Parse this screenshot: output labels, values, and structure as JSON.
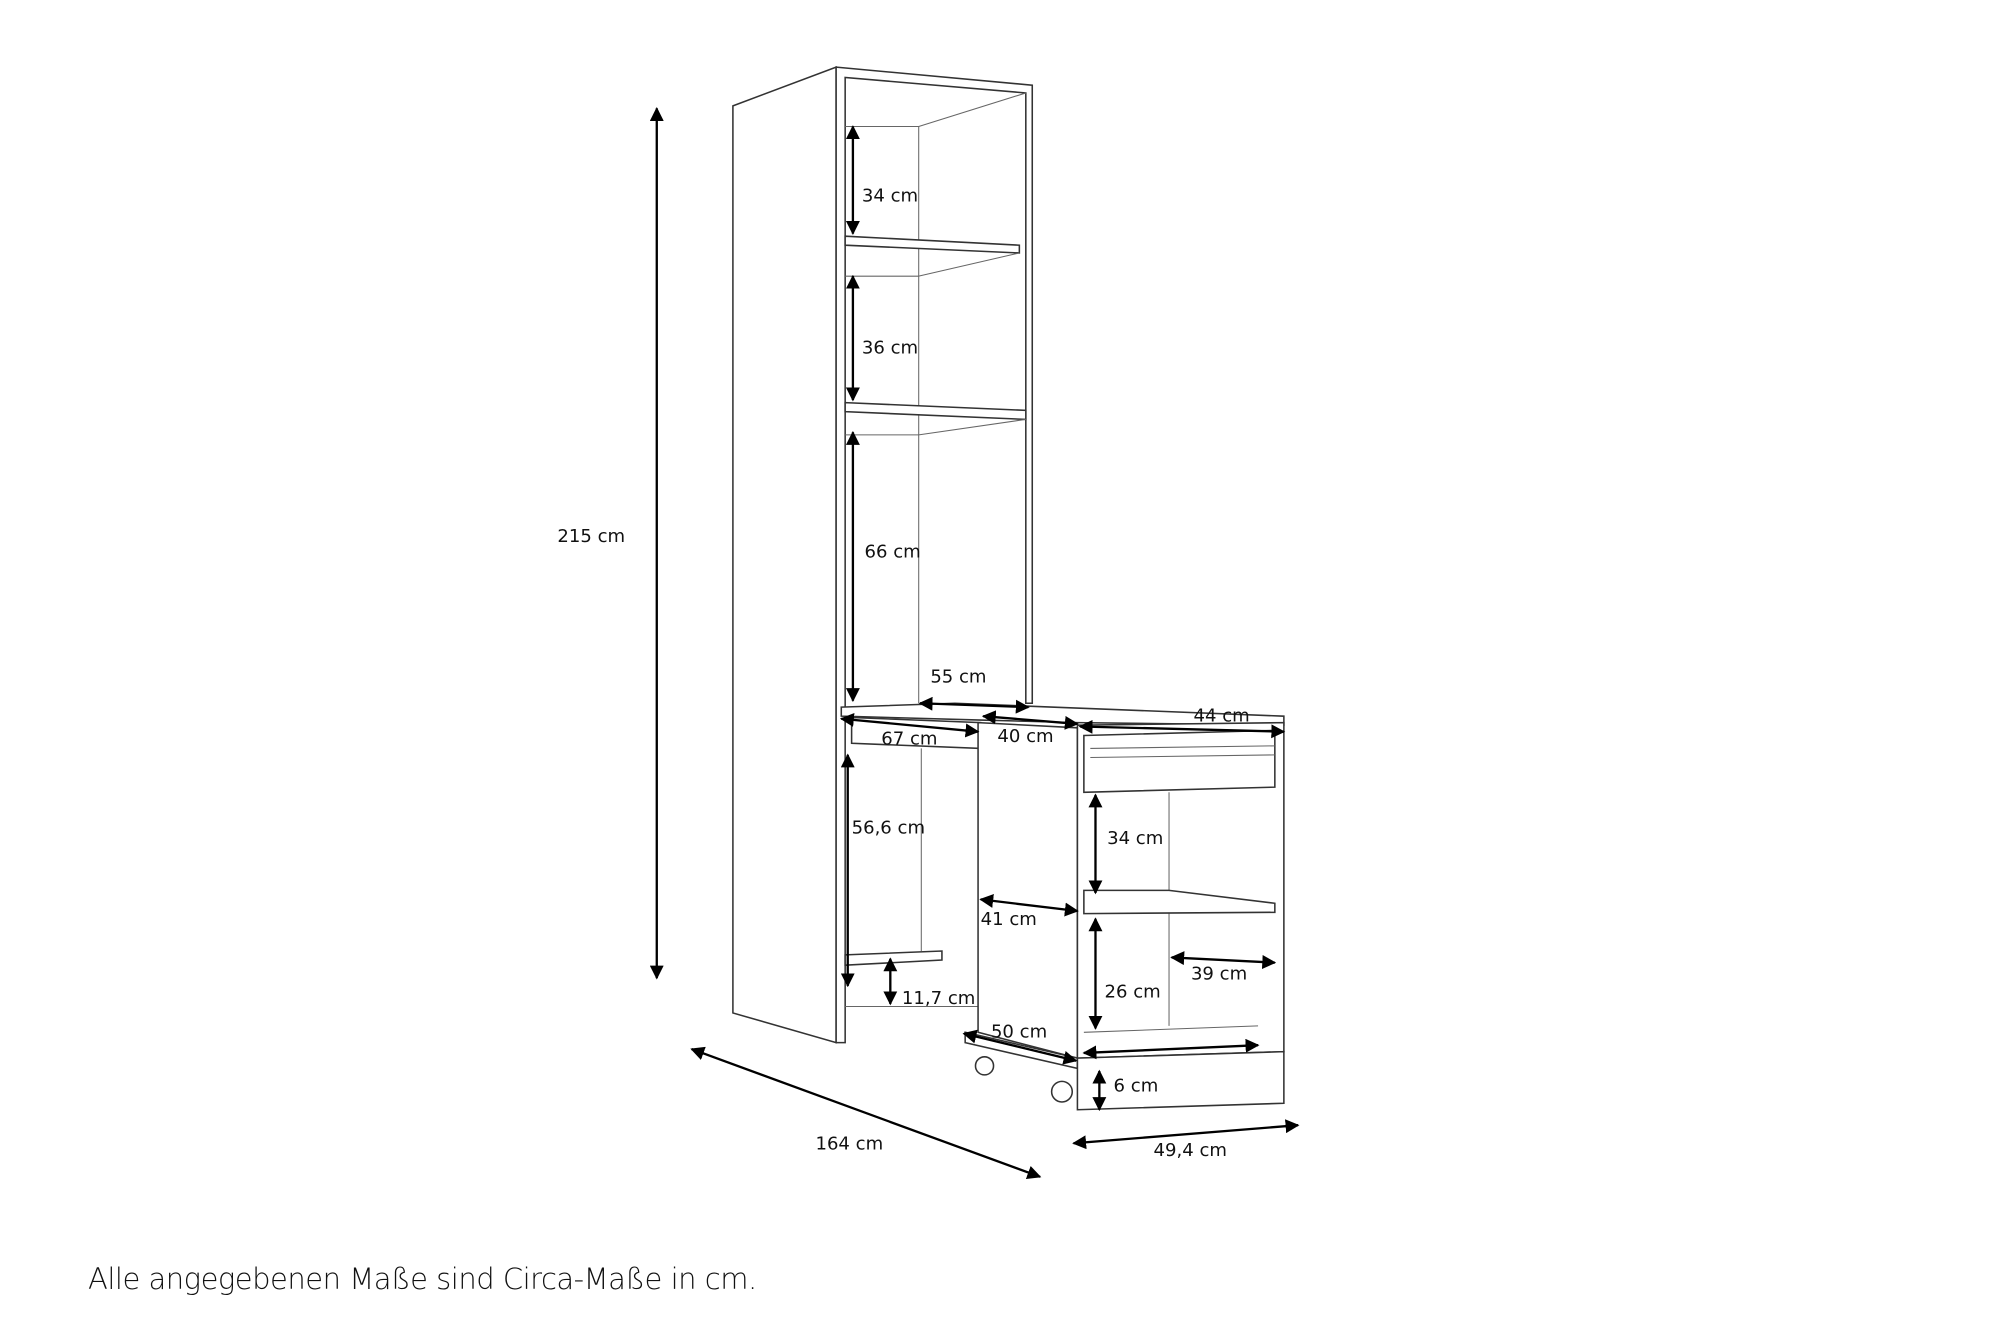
{
  "dimensions": {
    "total_height": "215 cm",
    "shelf_top": "34 cm",
    "shelf_second": "36 cm",
    "shelf_third": "66 cm",
    "desk_depth_inner": "55 cm",
    "pedestal_width_top": "44 cm",
    "desk_width": "67 cm",
    "desk_depth": "40 cm",
    "knee_height": "56,6 cm",
    "pedestal_upper_compartment": "34 cm",
    "pedestal_side_depth": "41 cm",
    "pedestal_inner_depth": "39 cm",
    "pedestal_lower_compartment": "26 cm",
    "lower_shelf_height": "11,7 cm",
    "base_depth": "50 cm",
    "caster_height": "6 cm",
    "total_width": "164 cm",
    "pedestal_width": "49,4 cm"
  },
  "footer": "Alle angegebenen Maße sind Circa-Maße in cm."
}
